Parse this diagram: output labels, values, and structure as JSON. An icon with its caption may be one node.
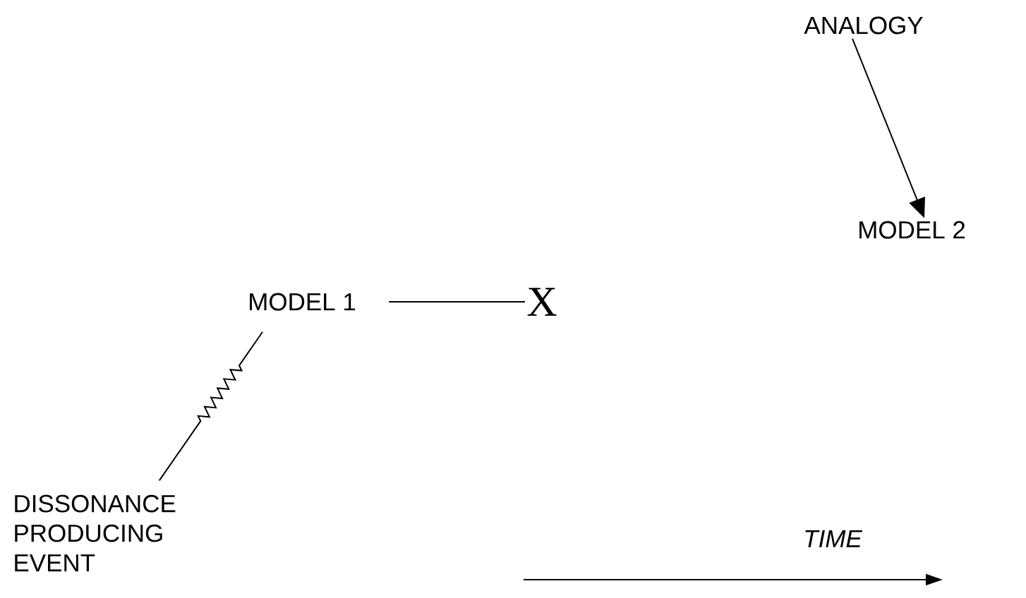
{
  "diagram": {
    "nodes": [
      {
        "text": [
          "ANALOGY"
        ]
      },
      {
        "text": [
          "MODEL 2"
        ]
      },
      {
        "text": [
          "MODEL 1"
        ]
      },
      {
        "text": [
          "X"
        ]
      },
      {
        "text": [
          "DISSONANCE PRODUCING EVENT"
        ]
      }
    ],
    "edges": [
      {
        "from": 0,
        "to": 1,
        "arrow": "to"
      },
      {
        "from": 2,
        "to": 3,
        "arrow": "none"
      },
      {
        "from": 4,
        "to": 2,
        "arrow": "none"
      }
    ],
    "labels": [
      "TIME"
    ]
  }
}
